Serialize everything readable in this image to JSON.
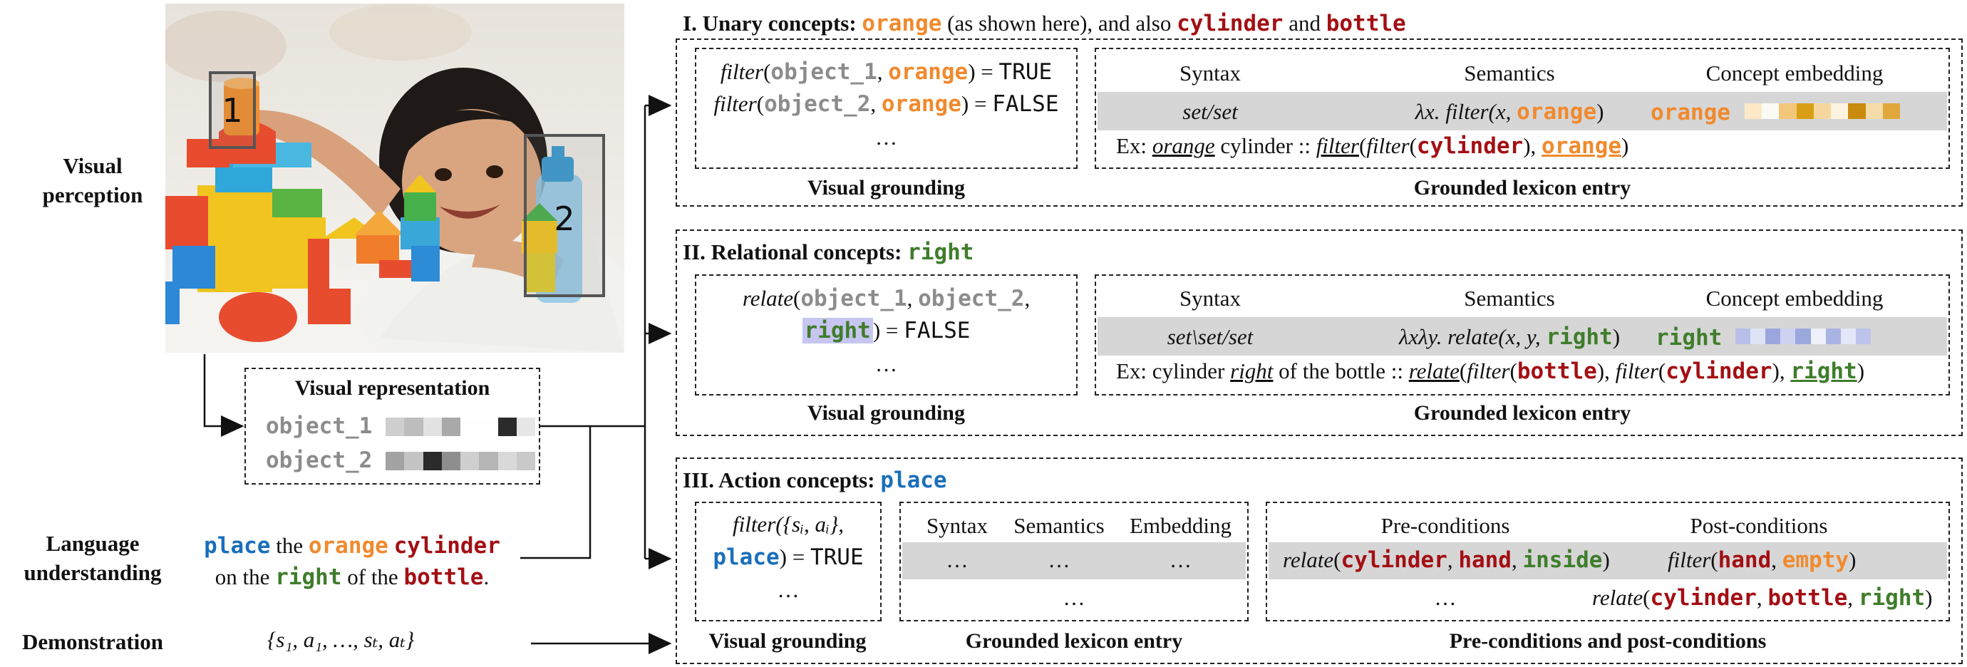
{
  "left": {
    "visual_perception": "Visual perception",
    "language_understanding": "Language understanding",
    "demonstration": "Demonstration",
    "photo": {
      "box1": "1",
      "box2": "2"
    },
    "visual_representation": {
      "title": "Visual representation",
      "object1": "object_1",
      "object2": "object_2",
      "object1_cells": [
        "#cfcfcf",
        "#bdbdbd",
        "#e2e2e2",
        "#a9a9a9",
        "#fefefe",
        "#fefefe",
        "#2b2b2b",
        "#e6e6e6"
      ],
      "object2_cells": [
        "#a3a3a3",
        "#c4c4c4",
        "#2a2a2a",
        "#8e8e8e",
        "#cfcfcf",
        "#b5b5b5",
        "#d9d9d9",
        "#c9c9c9"
      ]
    },
    "sentence": {
      "w1": "place",
      "w2": "the",
      "w3": "orange",
      "w4": "cylinder",
      "w5": "on the",
      "w6": "right",
      "w7": "of the",
      "w8": "bottle",
      "w9": "."
    },
    "demo_math": "{s₁, a₁, …, sₜ, aₜ}"
  },
  "unary": {
    "title_prefix": "I. Unary concepts:",
    "concept": "orange",
    "mid1": "(as shown here), and also",
    "c2": "cylinder",
    "mid2": "and",
    "c3": "bottle",
    "vg": {
      "fn": "filter",
      "obj1": "object_1",
      "obj2": "object_2",
      "arg": "orange",
      "true_val": "TRUE",
      "false_val": "FALSE",
      "ellipsis": "…",
      "lp": "(",
      "comma": ",",
      "rp": ")",
      "eq": " = "
    },
    "caption_vg": "Visual grounding",
    "caption_lex": "Grounded lexicon entry",
    "lex": {
      "h_syntax": "Syntax",
      "h_sem": "Semantics",
      "h_emb": "Concept embedding",
      "syntax": "set/set",
      "sem_pre": "λx. ",
      "sem_fn": "filter",
      "sem_args": "(x, ",
      "sem_concept": "orange",
      "sem_close": ")",
      "emb_word": "orange",
      "emb_cells": [
        "#fde9c8",
        "#fbfbf6",
        "#f2c77a",
        "#d89e16",
        "#f5d79e",
        "#fcf4e0",
        "#c98b0e",
        "#f4dba7",
        "#e0a73a"
      ],
      "ex_label": "Ex:",
      "ex_word": "orange",
      "ex_rest": "cylinder ::",
      "ex_f1": "filter",
      "ex_f2": "filter",
      "ex_arg1": "cylinder",
      "ex_arg2": "orange"
    }
  },
  "relational": {
    "title_prefix": "II. Relational concepts:",
    "concept": "right",
    "vg": {
      "fn": "relate",
      "obj1": "object_1",
      "obj2": "object_2",
      "arg": "right",
      "false_val": "FALSE",
      "ellipsis": "…"
    },
    "caption_vg": "Visual grounding",
    "caption_lex": "Grounded lexicon entry",
    "lex": {
      "h_syntax": "Syntax",
      "h_sem": "Semantics",
      "h_emb": "Concept embedding",
      "syntax": "set\\set/set",
      "sem_pre": "λxλy. ",
      "sem_fn": "relate",
      "sem_args": "(x, y, ",
      "sem_concept": "right",
      "sem_close": ")",
      "emb_word": "right",
      "emb_cells": [
        "#b7bfea",
        "#dfe3f6",
        "#9aa6dd",
        "#ccd2f0",
        "#9ba8de",
        "#eef0fa",
        "#a9b3e3",
        "#e3e7f7",
        "#bcc4ec"
      ],
      "ex_label": "Ex: cylinder",
      "ex_word": "right",
      "ex_rest": "of the bottle ::",
      "ex_f1": "relate",
      "ex_f2": "filter",
      "ex_arg1": "bottle",
      "ex_f3": "filter",
      "ex_arg2": "cylinder",
      "ex_arg3": "right"
    }
  },
  "action": {
    "title_prefix": "III. Action concepts:",
    "concept": "place",
    "vg": {
      "fn": "filter",
      "set": "({sᵢ, aᵢ},",
      "arg": "place",
      "true_val": "TRUE",
      "ellipsis": "…"
    },
    "lex": {
      "h_syntax": "Syntax",
      "h_sem": "Semantics",
      "h_emb": "Embedding",
      "dots": "…"
    },
    "pre": {
      "h_pre": "Pre-conditions",
      "h_post": "Post-conditions",
      "r1_fn": "relate",
      "r1_a": "cylinder",
      "r1_b": "hand",
      "r1_c": "inside",
      "r1_post_fn": "filter",
      "r1_post_a": "hand",
      "r1_post_b": "empty",
      "r2_dots": "…",
      "r2_fn": "relate",
      "r2_a": "cylinder",
      "r2_b": "bottle",
      "r2_c": "right"
    },
    "caption_vg": "Visual grounding",
    "caption_lex": "Grounded lexicon entry",
    "caption_pre": "Pre-conditions and post-conditions"
  }
}
